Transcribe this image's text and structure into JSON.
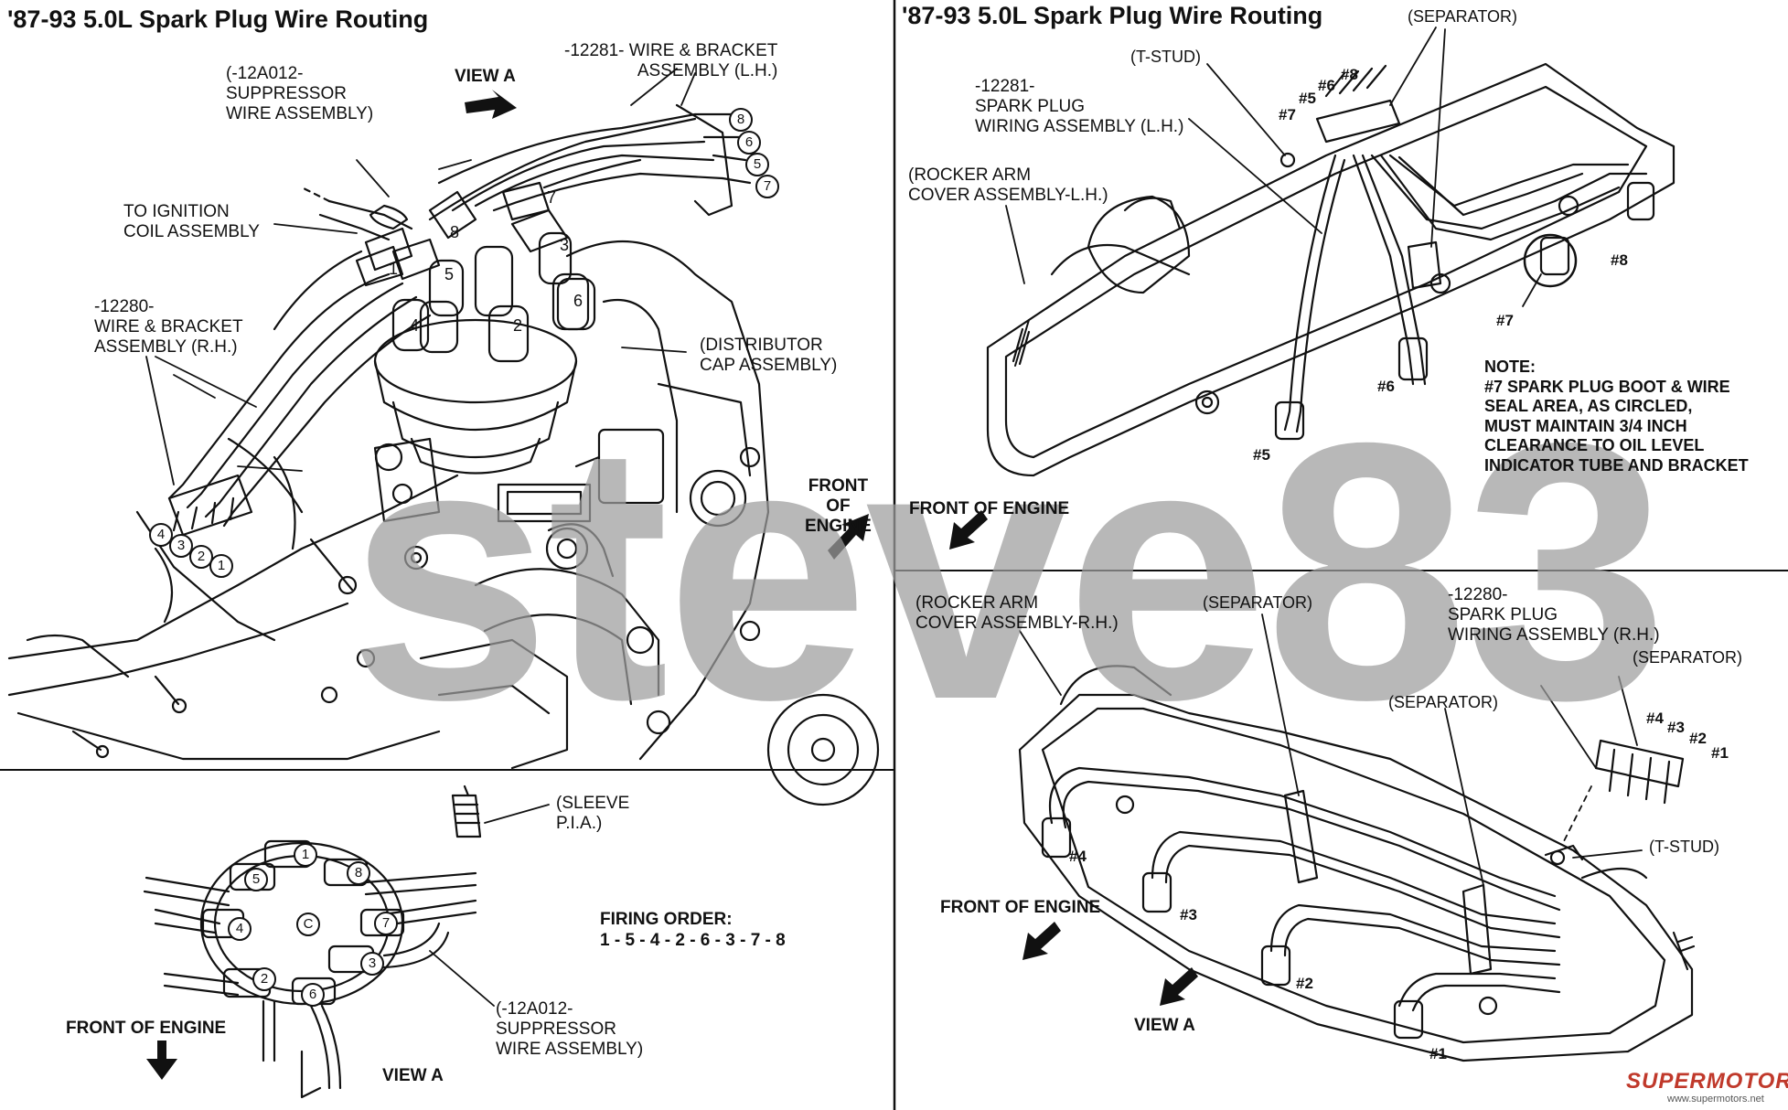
{
  "titles": {
    "left": "'87-93 5.0L Spark Plug Wire Routing",
    "right": "'87-93 5.0L Spark Plug Wire Routing"
  },
  "left_panel": {
    "view_a": "VIEW A",
    "wire_bracket_lh": "-12281- WIRE & BRACKET\nASSEMBLY (L.H.)",
    "suppressor_top": "(-12A012-\nSUPPRESSOR\nWIRE ASSEMBLY)",
    "to_ignition": "TO IGNITION\nCOIL ASSEMBLY",
    "wire_bracket_rh": "-12280-\nWIRE & BRACKET\nASSEMBLY (R.H.)",
    "distributor_cap": "(DISTRIBUTOR\nCAP ASSEMBLY)",
    "front_of_engine": "FRONT\nOF\nENGINE",
    "bracket_lh_numbers": [
      "8",
      "6",
      "5",
      "7"
    ],
    "bracket_rh_numbers": [
      "4",
      "3",
      "2",
      "1"
    ],
    "cap_towers": [
      "7",
      "8",
      "1",
      "5",
      "3",
      "4",
      "2",
      "6"
    ]
  },
  "bottom_left": {
    "sleeve": "(SLEEVE\nP.I.A.)",
    "firing_order_label": "FIRING ORDER:",
    "firing_order_value": "1 - 5 - 4 - 2 - 6 - 3 - 7 - 8",
    "front_of_engine": "FRONT OF ENGINE",
    "view_a": "VIEW A",
    "suppressor": "(-12A012-\nSUPPRESSOR\nWIRE ASSEMBLY)",
    "cap_numbers": [
      "1",
      "5",
      "8",
      "4",
      "C",
      "7",
      "2",
      "3",
      "6"
    ]
  },
  "right_top": {
    "separator": "(SEPARATOR)",
    "t_stud": "(T-STUD)",
    "plug_wiring_lh": "-12281-\nSPARK PLUG\nWIRING ASSEMBLY (L.H.)",
    "rocker_lh": "(ROCKER ARM\nCOVER ASSEMBLY-L.H.)",
    "front_of_engine": "FRONT OF ENGINE",
    "wire_numbers_top": [
      "#8",
      "#6",
      "#5",
      "#7"
    ],
    "plug_labels": [
      "#8",
      "#7",
      "#6",
      "#5"
    ],
    "note": "NOTE:\n#7 SPARK PLUG BOOT & WIRE\nSEAL AREA, AS CIRCLED,\nMUST MAINTAIN 3/4 INCH\nCLEARANCE TO OIL LEVEL\nINDICATOR TUBE AND BRACKET"
  },
  "right_bottom": {
    "rocker_rh": "(ROCKER ARM\nCOVER ASSEMBLY-R.H.)",
    "separator_1": "(SEPARATOR)",
    "separator_2": "(SEPARATOR)",
    "separator_3": "(SEPARATOR)",
    "plug_wiring_rh": "-12280-\nSPARK PLUG\nWIRING ASSEMBLY (R.H.)",
    "t_stud": "(T-STUD)",
    "front_of_engine": "FRONT OF ENGINE",
    "view_a": "VIEW A",
    "wire_numbers_top": [
      "#4",
      "#3",
      "#2",
      "#1"
    ],
    "plug_labels": [
      "#4",
      "#3",
      "#2",
      "#1"
    ]
  },
  "watermark": "steve83",
  "logo": {
    "name": "SUPERMOTORS",
    "url": "www.supermotors.net"
  },
  "colors": {
    "ink": "#111111",
    "watermark": "#9e9e9e",
    "logo": "#c0392b",
    "paper": "#ffffff"
  }
}
